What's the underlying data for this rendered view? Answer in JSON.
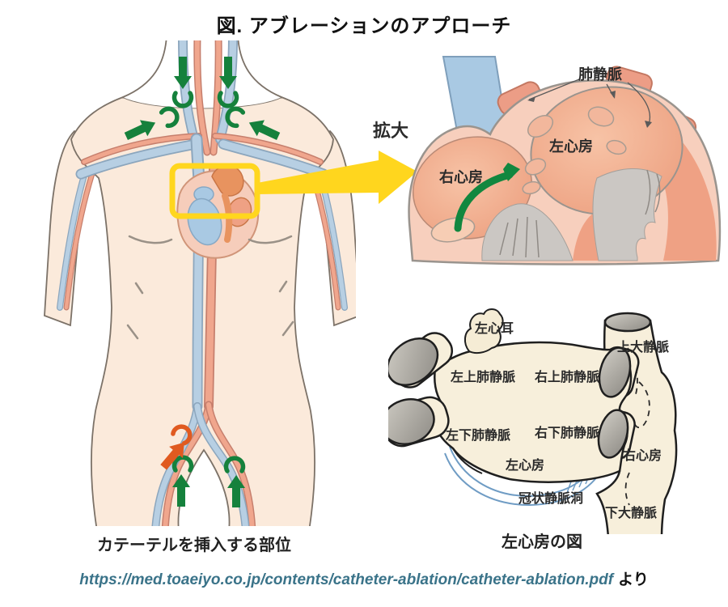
{
  "title": "図. アブレーションのアプローチ",
  "magnify_label": "拡大",
  "heart_inset": {
    "pulmonary_vein": "肺静脈",
    "left_atrium": "左心房",
    "right_atrium": "右心房"
  },
  "la_diagram": {
    "laa": "左心耳",
    "svc": "上大静脈",
    "lspv": "左上肺静脈",
    "rspv": "右上肺静脈",
    "lipv": "左下肺静脈",
    "ripv": "右下肺静脈",
    "ra": "右心房",
    "la": "左心房",
    "cs": "冠状静脈洞",
    "ivc": "下大静脈"
  },
  "captions": {
    "body": "カテーテルを挿入する部位",
    "atrium": "左心房の図"
  },
  "source": {
    "url": "https://med.toaeiyo.co.jp/contents/catheter-ablation/catheter-ablation.pdf",
    "suffix": "より"
  },
  "colors": {
    "skin": "#fbeadb",
    "outline": "#7c7268",
    "vein_blue": "#b7cfe3",
    "vein_edge": "#8ca6bd",
    "artery_salmon": "#f0a68d",
    "artery_edge": "#c67f6d",
    "catheter_green": "#15813c",
    "catheter_orange": "#e05a20",
    "highlight_yellow": "#ffd61e",
    "heart_wall_pink": "#f7cfbd",
    "atrium_salmon": "#efa184",
    "muscle_gray": "#cbc7c3",
    "cream": "#f7efdb",
    "pv_gray": "#9b9a96",
    "sinus_blue": "#6f9cc4",
    "link_teal": "#3a7389"
  }
}
